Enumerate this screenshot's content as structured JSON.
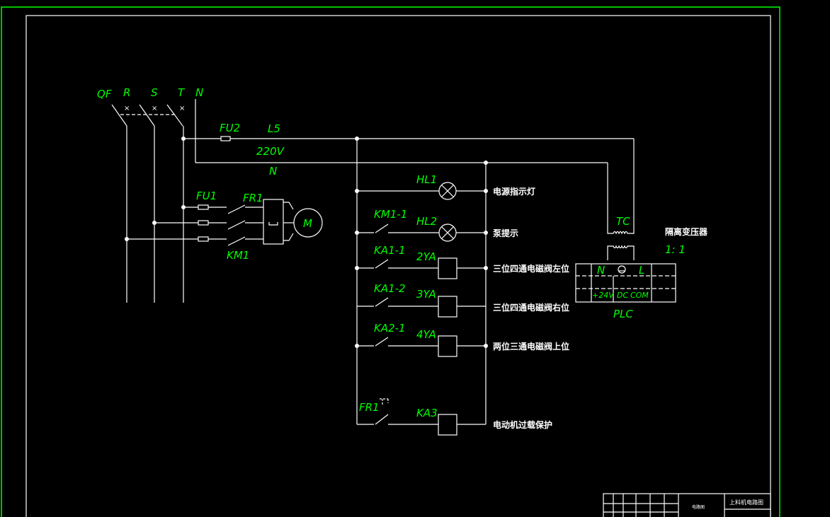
{
  "supply": {
    "qf": "QF",
    "r": "R",
    "s": "S",
    "t": "T",
    "n": "N",
    "fu2": "FU2",
    "l5": "L5",
    "voltage": "220V",
    "neutral": "N"
  },
  "motor": {
    "fu1": "FU1",
    "fr1": "FR1",
    "km1": "KM1",
    "m": "M"
  },
  "rungs": [
    {
      "contact": "",
      "load": "HL1",
      "desc": "电源指示灯"
    },
    {
      "contact": "KM1-1",
      "load": "HL2",
      "desc": "泵提示"
    },
    {
      "contact": "KA1-1",
      "load": "2YA",
      "desc": "三位四通电磁阀左位"
    },
    {
      "contact": "KA1-2",
      "load": "3YA",
      "desc": "三位四通电磁阀右位"
    },
    {
      "contact": "KA2-1",
      "load": "4YA",
      "desc": "两位三通电磁阀上位"
    },
    {
      "contact": "FR1",
      "load": "KA3",
      "desc": "电动机过载保护"
    }
  ],
  "transformer": {
    "label": "TC",
    "name": "隔离变压器",
    "ratio": "1: 1"
  },
  "plc": {
    "label": "PLC",
    "n": "N",
    "l": "L",
    "v24": "+24V",
    "dc": "DC",
    "com": "COM"
  },
  "title_block": {
    "drawing_name": "上料机电路图",
    "sheet_label": "电路图"
  },
  "colors": {
    "background": "#000000",
    "wire": "#ffffff",
    "label": "#00ff00",
    "border": "#00ff00"
  }
}
